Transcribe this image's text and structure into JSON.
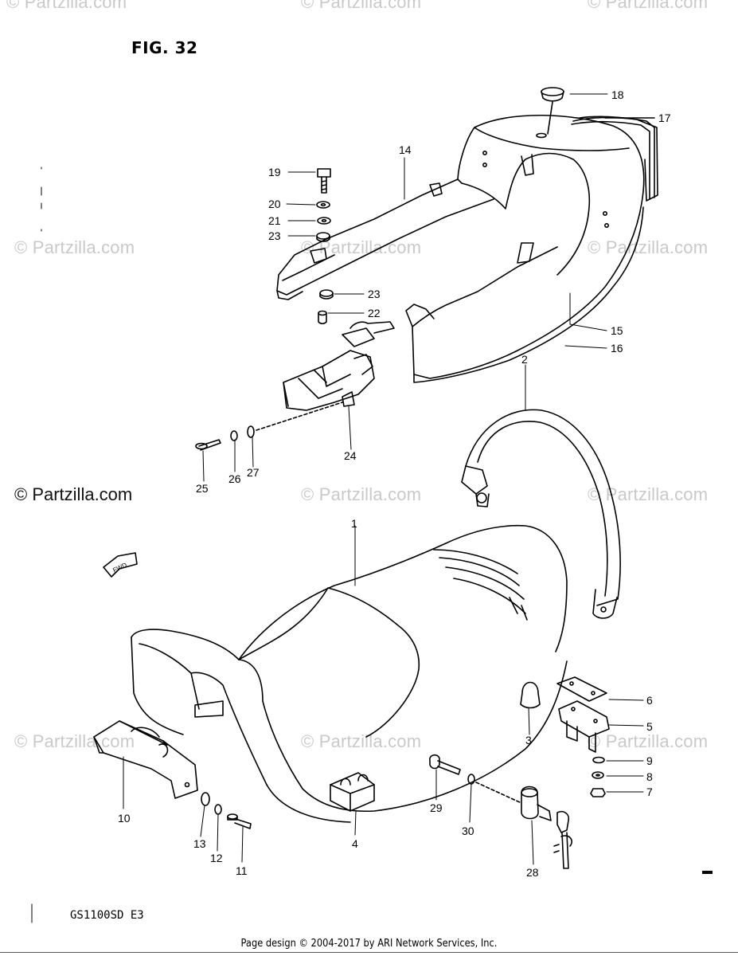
{
  "figure_label": "FIG. 32",
  "model_code": "GS1100SD E3",
  "footer_text": "Page design © 2004-2017 by ARI Network Services, Inc.",
  "watermark_text": "© Partzilla.com",
  "fwd_label": "FWD",
  "callouts": [
    "1",
    "2",
    "3",
    "4",
    "5",
    "6",
    "7",
    "8",
    "9",
    "10",
    "11",
    "12",
    "13",
    "14",
    "15",
    "16",
    "17",
    "18",
    "19",
    "20",
    "21",
    "22",
    "23",
    "24",
    "25",
    "26",
    "27",
    "28",
    "29",
    "30"
  ],
  "callout_23_secondary": "23"
}
